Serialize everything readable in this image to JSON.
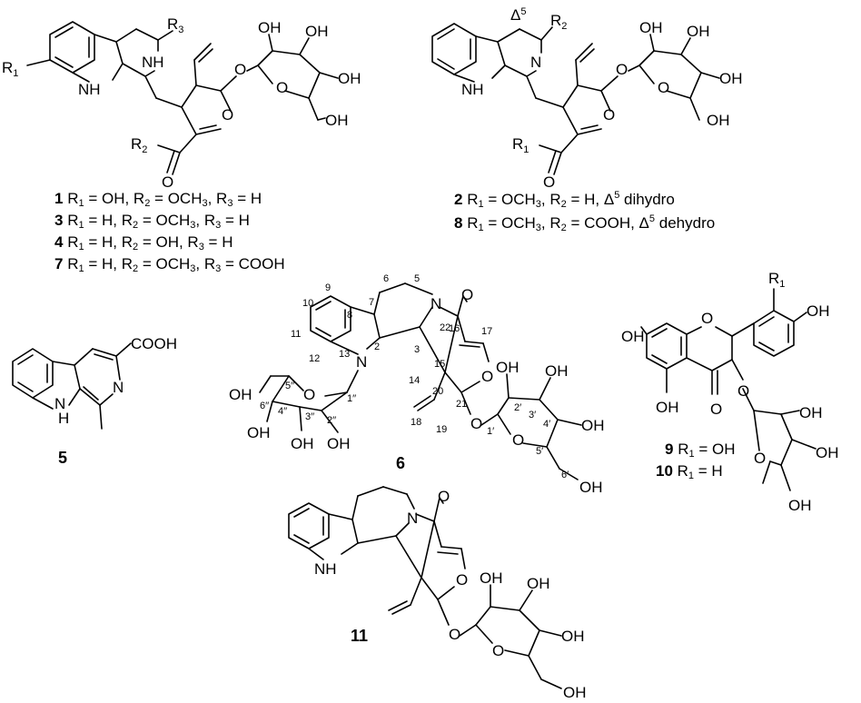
{
  "compound_numbers": {
    "c5": "5",
    "c6": "6",
    "c11": "11"
  },
  "captions": {
    "c1": {
      "num": "1",
      "text": "R1 = OH, R2 = OCH3, R3 = H"
    },
    "c3": {
      "num": "3",
      "text": "R1 = H, R2 = OCH3, R3 = H"
    },
    "c4": {
      "num": "4",
      "text": "R1 = H, R2 = OH, R3 = H"
    },
    "c7": {
      "num": "7",
      "text": "R1 = H, R2 = OCH3, R3 = COOH"
    },
    "c2": {
      "num": "2",
      "text": "R1 = OCH3, R2 = H, Δ5 dihydro"
    },
    "c8": {
      "num": "8",
      "text": "R1 = OCH3, R2 = COOH, Δ5 dehydro"
    },
    "c9": {
      "num": "9",
      "text": "R1 = OH"
    },
    "c10": {
      "num": "10",
      "text": "R1 = H"
    }
  },
  "atom_labels": {
    "oh": "OH",
    "o": "O",
    "n": "N",
    "nh": "NH",
    "h": "H",
    "cooh": "COOH",
    "r1": "R1",
    "r2": "R2",
    "r3": "R3",
    "delta5": "Δ5"
  },
  "numbering_6": [
    "2",
    "3",
    "5",
    "6",
    "7",
    "8",
    "9",
    "10",
    "11",
    "12",
    "13",
    "14",
    "15",
    "16",
    "17",
    "18",
    "19",
    "20",
    "21",
    "22",
    "1′",
    "2′",
    "3′",
    "4′",
    "5′",
    "6′",
    "1′′",
    "2′′",
    "3′′",
    "4′′",
    "5′′",
    "6′′"
  ]
}
